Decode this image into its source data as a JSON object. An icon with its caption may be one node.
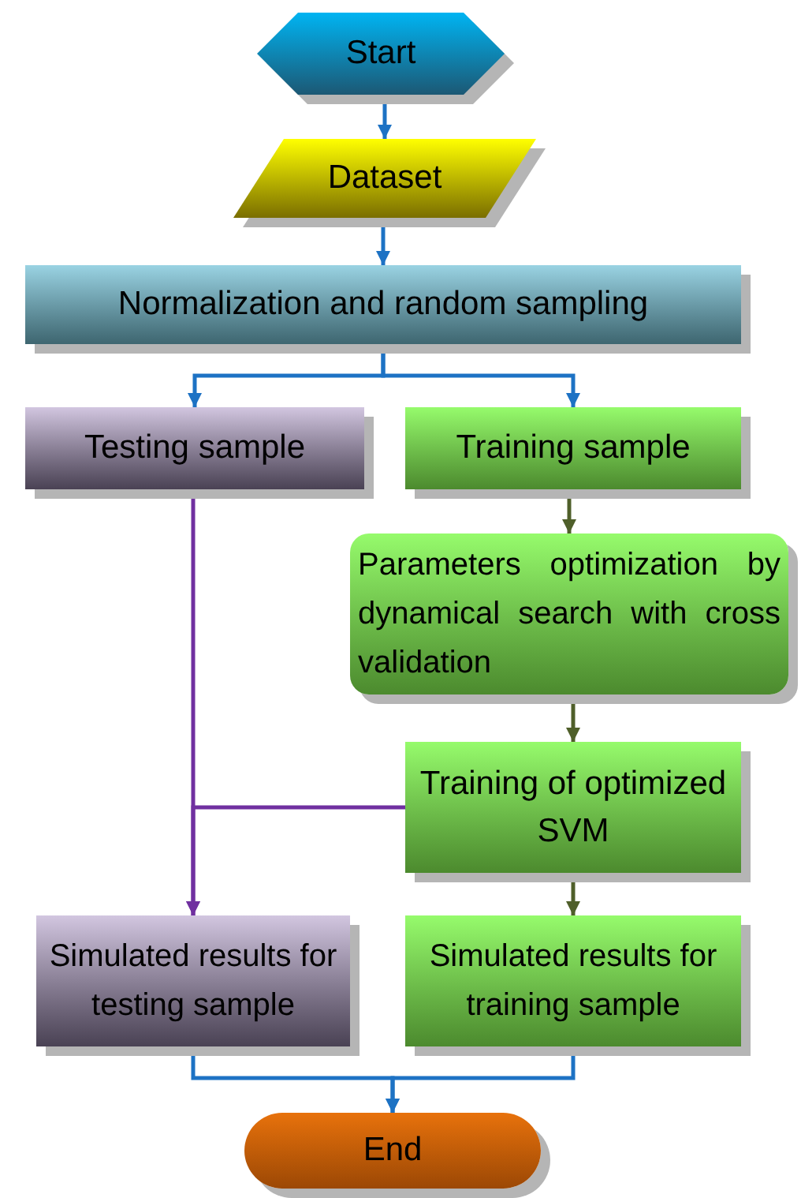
{
  "diagram": {
    "nodes": [
      {
        "text": [
          "Start"
        ]
      },
      {
        "text": [
          "Dataset"
        ]
      },
      {
        "text": [
          "Normalization and random sampling"
        ]
      },
      {
        "text": [
          "Testing sample"
        ]
      },
      {
        "text": [
          "Training sample"
        ]
      },
      {
        "text": [
          "Parameters optimization by dynamical search with cross validation"
        ]
      },
      {
        "text": [
          "Training of optimized SVM"
        ]
      },
      {
        "text": [
          "Simulated results for testing sample"
        ]
      },
      {
        "text": [
          "Simulated results for training sample"
        ]
      },
      {
        "text": [
          "End"
        ]
      }
    ],
    "edges": [
      {
        "from": 0,
        "to": 1,
        "arrow": "to"
      },
      {
        "from": 1,
        "to": 2,
        "arrow": "to"
      },
      {
        "from": 2,
        "to": 3,
        "arrow": "to"
      },
      {
        "from": 2,
        "to": 4,
        "arrow": "to"
      },
      {
        "from": 3,
        "to": 7,
        "arrow": "to",
        "color": "#7030a0"
      },
      {
        "from": 6,
        "to": 7,
        "arrow": "to",
        "color": "#7030a0"
      },
      {
        "from": 4,
        "to": 5,
        "arrow": "to",
        "color": "#4f5f2a"
      },
      {
        "from": 5,
        "to": 6,
        "arrow": "to",
        "color": "#4f5f2a"
      },
      {
        "from": 6,
        "to": 8,
        "arrow": "to",
        "color": "#4f5f2a"
      },
      {
        "from": 7,
        "to": 9,
        "arrow": "to"
      },
      {
        "from": 8,
        "to": 9,
        "arrow": "to"
      }
    ]
  }
}
